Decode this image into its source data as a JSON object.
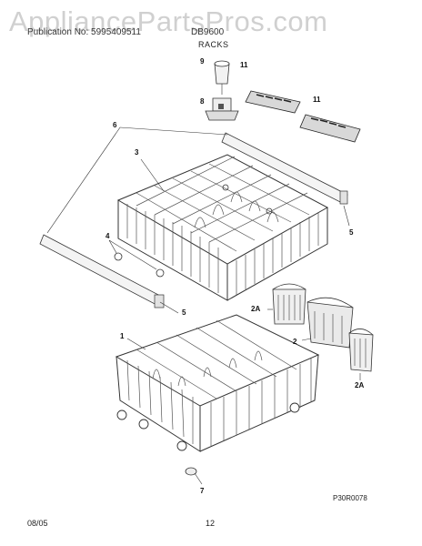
{
  "watermark": "AppliancePartsPros.com",
  "header": {
    "publication_label": "Publication No: 5995409511",
    "model": "DB9600"
  },
  "section_title": "RACKS",
  "callouts": {
    "c1": "1",
    "c2": "2",
    "c2a_top": "2A",
    "c2a_bottom": "2A",
    "c3": "3",
    "c4": "4",
    "c5_right": "5",
    "c5_bottom": "5",
    "c6": "6",
    "c7": "7",
    "c8": "8",
    "c9": "9",
    "c11_a": "11",
    "c11_b": "11"
  },
  "diagram_code": "P30R0078",
  "footer": {
    "date": "08/05",
    "page_number": "12"
  }
}
